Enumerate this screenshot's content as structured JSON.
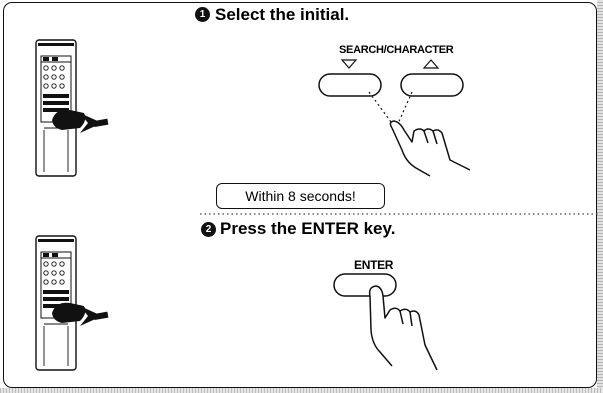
{
  "step1": {
    "number": "1",
    "text": "Select the initial."
  },
  "step2": {
    "number": "2",
    "text": "Press the ENTER key."
  },
  "note": {
    "text": "Within 8 seconds!"
  },
  "buttons": {
    "search_character_label": "SEARCH/CHARACTER",
    "enter_label": "ENTER"
  }
}
